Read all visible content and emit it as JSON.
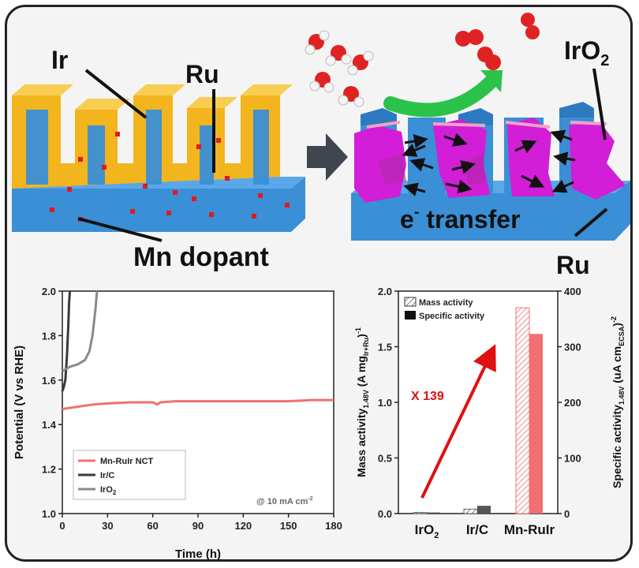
{
  "schematic": {
    "ir_label": "Ir",
    "ru_label_left": "Ru",
    "mn_label": "Mn dopant",
    "iro2_label": "IrO",
    "iro2_sub": "2",
    "etransfer_label": "e",
    "etransfer_sup": "-",
    "etransfer_text": " transfer",
    "ru_label_right": "Ru"
  },
  "colors": {
    "ir": "#f2b51d",
    "ru": "#3a8fd6",
    "mn": "#e11a1a",
    "iro2": "#d21ed6",
    "arrow_green": "#2bc24a",
    "mnrulr": "#f07070"
  },
  "chart_data": [
    {
      "type": "line",
      "xlabel": "Time (h)",
      "ylabel": "Potential (V vs RHE)",
      "xlim": [
        0,
        180
      ],
      "ylim": [
        1.0,
        2.0
      ],
      "xticks": [
        "0",
        "30",
        "60",
        "90",
        "120",
        "150",
        "180"
      ],
      "yticks": [
        "1.0",
        "1.2",
        "1.4",
        "1.6",
        "1.8",
        "2.0"
      ],
      "annotation": "@ 10 mA cm",
      "annotation_sup": "-2",
      "legend_position": "bottom-left",
      "series": [
        {
          "name": "Mn-RuIr NCT",
          "color": "#f07070",
          "x": [
            0,
            5,
            10,
            20,
            30,
            45,
            60,
            63,
            65,
            75,
            90,
            110,
            130,
            150,
            165,
            180
          ],
          "y": [
            1.47,
            1.475,
            1.48,
            1.49,
            1.495,
            1.5,
            1.5,
            1.49,
            1.5,
            1.505,
            1.505,
            1.505,
            1.505,
            1.505,
            1.51,
            1.51
          ]
        },
        {
          "name": "Ir/C",
          "color": "#3a3a3a",
          "x": [
            0,
            1,
            2,
            3,
            4,
            4.5,
            5
          ],
          "y": [
            1.55,
            1.57,
            1.6,
            1.7,
            1.85,
            1.95,
            2.0
          ]
        },
        {
          "name": "IrO",
          "name_sub": "2",
          "color": "#8a8a8a",
          "x": [
            0,
            5,
            10,
            15,
            18,
            20,
            22,
            23
          ],
          "y": [
            1.64,
            1.66,
            1.67,
            1.69,
            1.73,
            1.8,
            1.92,
            2.0
          ]
        }
      ]
    },
    {
      "type": "bar",
      "categories": [
        {
          "text": "IrO",
          "sub": "2"
        },
        {
          "text": "Ir/C",
          "sub": ""
        },
        {
          "text": "Mn-RuIr",
          "sub": ""
        }
      ],
      "series": [
        {
          "name": "Mass activity",
          "axis": "left",
          "values": [
            0.01,
            0.04,
            1.85
          ]
        },
        {
          "name": "Specific activity",
          "axis": "right",
          "values": [
            2,
            14,
            323
          ]
        }
      ],
      "ylim_left": [
        0,
        2.0
      ],
      "ylim_right": [
        0,
        400
      ],
      "yticks_left": [
        "0.0",
        "0.5",
        "1.0",
        "1.5",
        "2.0"
      ],
      "yticks_right": [
        "0",
        "100",
        "200",
        "300",
        "400"
      ],
      "ylabel_left": {
        "a": "Mass activity",
        "b": "1.48V",
        "c": " (A mg",
        "d": "Ir+Ru",
        "e": ")",
        "f": "-1"
      },
      "ylabel_right": {
        "a": "Specific activity",
        "b": "1.48V",
        "c": " (uA cm",
        "d": "ECSA",
        "e": ")",
        "f": "-2"
      },
      "annotation": "X 139",
      "legend_position": "top-left"
    }
  ]
}
